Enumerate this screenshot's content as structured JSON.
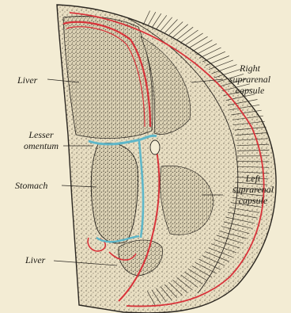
{
  "figure": {
    "labels": {
      "liver_top": "Liver",
      "right_suprarenal": [
        "Right",
        "suprarenal",
        "capsule"
      ],
      "lesser_omentum": [
        "Lesser",
        "omentum"
      ],
      "stomach": "Stomach",
      "left_suprarenal": [
        "Left",
        "suprarenal",
        "capsule"
      ],
      "liver_bottom": "Liver"
    },
    "colors": {
      "background": "#f3ecd4",
      "ink": "#2a2620",
      "peritoneum_red": "#d8333a",
      "omentum_blue": "#5fb7c9"
    }
  }
}
